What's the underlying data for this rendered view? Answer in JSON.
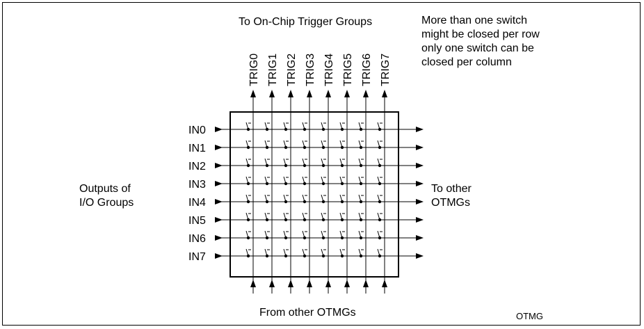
{
  "top_caption": "To On-Chip Trigger Groups",
  "note_lines": [
    "More than one switch",
    "might be closed per row",
    "only one switch can be",
    "closed per column"
  ],
  "left_caption_lines": [
    "Outputs of",
    "I/O Groups"
  ],
  "right_caption_lines": [
    "To other",
    "OTMGs"
  ],
  "bottom_caption": "From other OTMGs",
  "figure_id": "OTMG",
  "inputs": [
    "IN0",
    "IN1",
    "IN2",
    "IN3",
    "IN4",
    "IN5",
    "IN6",
    "IN7"
  ],
  "triggers": [
    "TRIG0",
    "TRIG1",
    "TRIG2",
    "TRIG3",
    "TRIG4",
    "TRIG5",
    "TRIG6",
    "TRIG7"
  ]
}
